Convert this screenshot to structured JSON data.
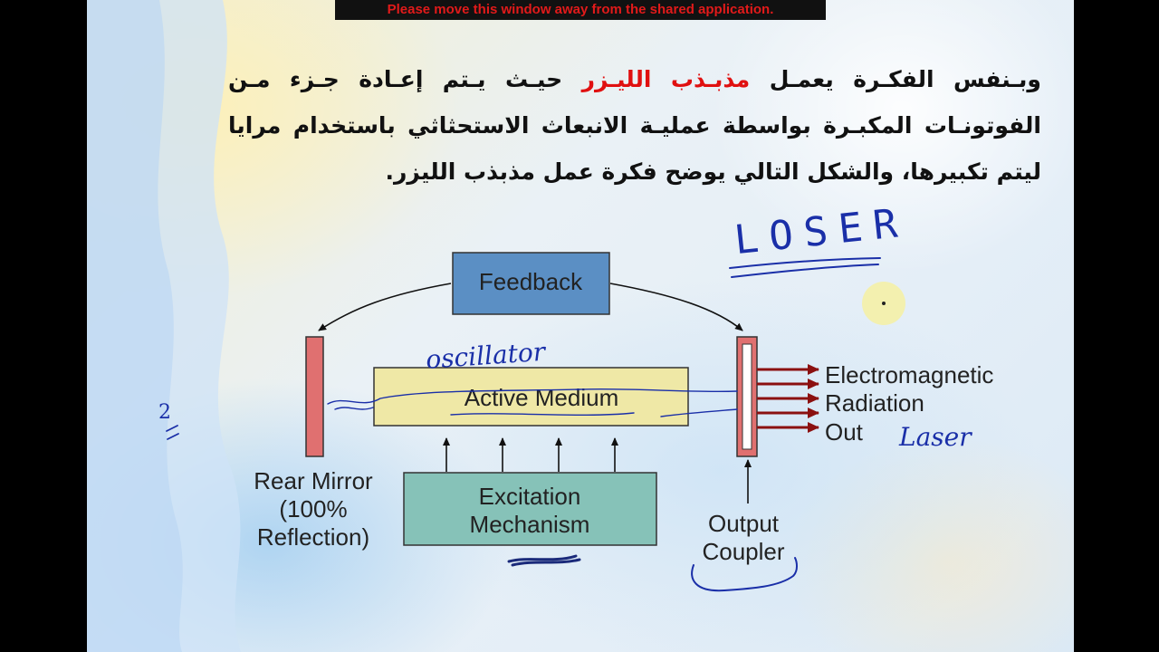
{
  "banner": "Please move this window away from the shared application.",
  "paragraph": {
    "before": "وبـنفس الفكـرة يعمـل",
    "highlight": "مذبـذب الليـزر",
    "after": "حيـث يـتم إعـادة جـزء مـن الفوتونـات المكبـرة بواسطة عمليـة الانبعاث الاستحثاثي باستخدام مرايا ليتم تكبيرها، والشكل التالي يوضح فكرة عمل مذبذب الليزر."
  },
  "diagram": {
    "feedback": "Feedback",
    "active_medium": "Active Medium",
    "excitation": [
      "Excitation",
      "Mechanism"
    ],
    "rear_mirror": [
      "Rear Mirror",
      "(100%",
      "Reflection)"
    ],
    "output_coupler": [
      "Output",
      "Coupler"
    ],
    "radiation": [
      "Electromagnetic",
      "Radiation",
      "Out"
    ]
  },
  "annotations": {
    "loser": "LOSER",
    "oscillator": "oscillator",
    "laser": "Laser",
    "two": "2"
  },
  "colors": {
    "feedback_fill": "#5b8fc4",
    "medium_fill": "#efe8a6",
    "excitation_fill": "#86c2b8",
    "mirror_fill": "#e07070",
    "arrow_red": "#8b1010",
    "ink_blue": "#1a2fa8",
    "banner_text": "#e11a1a"
  }
}
